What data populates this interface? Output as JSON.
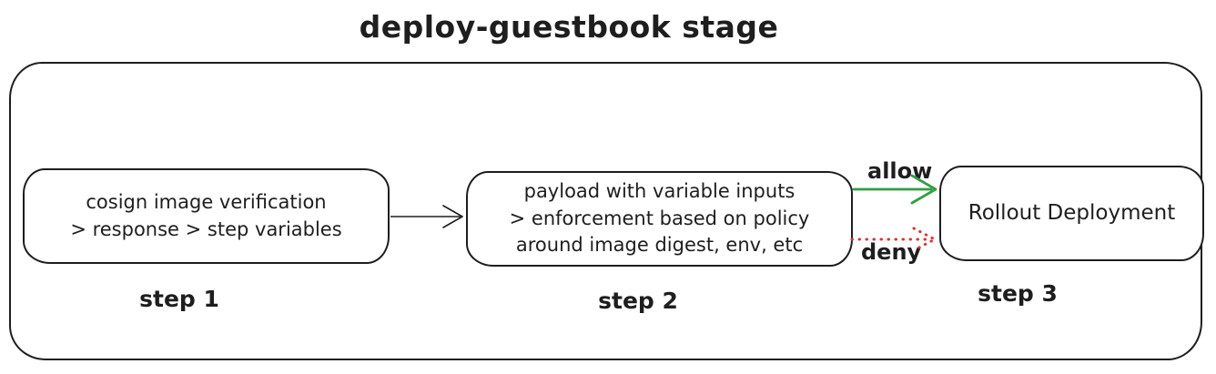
{
  "title": "deploy-guestbook stage",
  "colors": {
    "stroke": "#1e1e1e",
    "allow_green": "#2f9e44",
    "deny_red": "#e03131",
    "background": "#ffffff"
  },
  "nodes": [
    {
      "id": "step1",
      "lines": [
        "cosign image verification",
        "> response > step variables"
      ],
      "label": "step 1"
    },
    {
      "id": "step2",
      "lines": [
        "payload with variable inputs",
        "> enforcement based on policy",
        "around image digest, env, etc"
      ],
      "label": "step 2"
    },
    {
      "id": "step3",
      "lines": [
        "Rollout Deployment"
      ],
      "label": "step 3"
    }
  ],
  "edges": [
    {
      "from": "step1",
      "to": "step2",
      "label": "",
      "style": "solid",
      "color": "#1e1e1e"
    },
    {
      "from": "step2",
      "to": "step3",
      "label": "allow",
      "style": "solid",
      "color": "#2f9e44"
    },
    {
      "from": "step2",
      "to": "step3",
      "label": "deny",
      "style": "dotted",
      "color": "#e03131"
    }
  ]
}
